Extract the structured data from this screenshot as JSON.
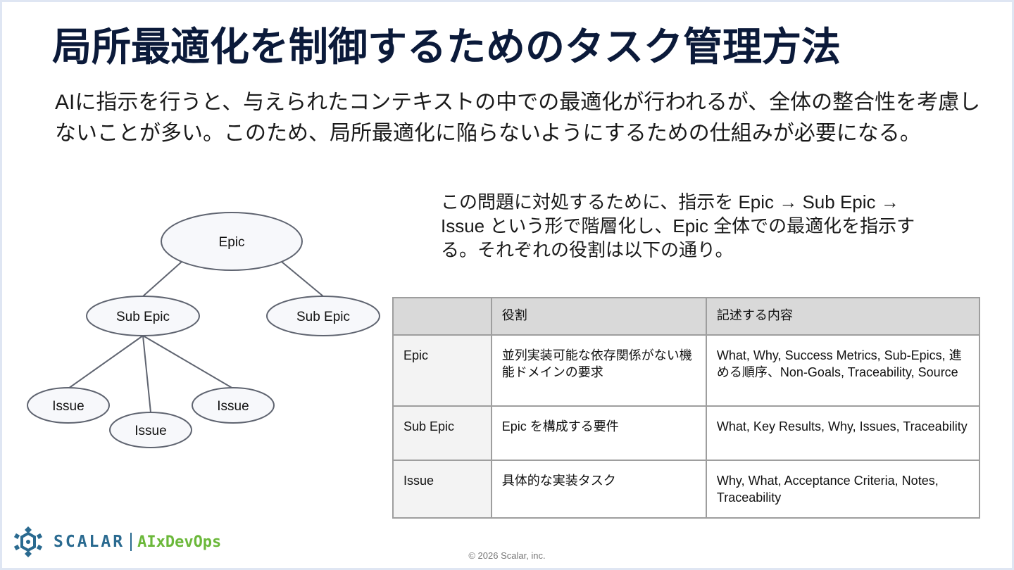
{
  "slide": {
    "title": "局所最適化を制御するためのタスク管理方法",
    "intro": "AIに指示を行うと、与えられたコンテキストの中での最適化が行われるが、全体の整合性を考慮しないことが多い。このため、局所最適化に陥らないようにするための仕組みが必要になる。",
    "description": "この問題に対処するために、指示を Epic → Sub Epic → Issue という形で階層化し、Epic 全体での最適化を指示する。それぞれの役割は以下の通り。"
  },
  "tree": {
    "root": "Epic",
    "sub_left": "Sub Epic",
    "sub_right": "Sub Epic",
    "issue_1": "Issue",
    "issue_2": "Issue",
    "issue_3": "Issue"
  },
  "table": {
    "headers": [
      "",
      "役割",
      "記述する内容"
    ],
    "rows": [
      [
        "Epic",
        "並列実装可能な依存関係がない機能ドメインの要求",
        "What, Why, Success Metrics, Sub-Epics, 進める順序、Non-Goals, Traceability, Source"
      ],
      [
        "Sub Epic",
        "Epic を構成する要件",
        "What, Key Results, Why, Issues, Traceability"
      ],
      [
        "Issue",
        "具体的な実装タスク",
        "Why, What, Acceptance Criteria, Notes, Traceability"
      ]
    ]
  },
  "footer": {
    "brand": "SCALAR",
    "tagline": "AIxDevOps",
    "copyright": "© 2026 Scalar, inc."
  },
  "colors": {
    "title": "#0b1a3a",
    "brand": "#2a6a90",
    "tagline": "#6bb83a",
    "node_fill": "#f7f8fb",
    "node_stroke": "#5f6470"
  }
}
